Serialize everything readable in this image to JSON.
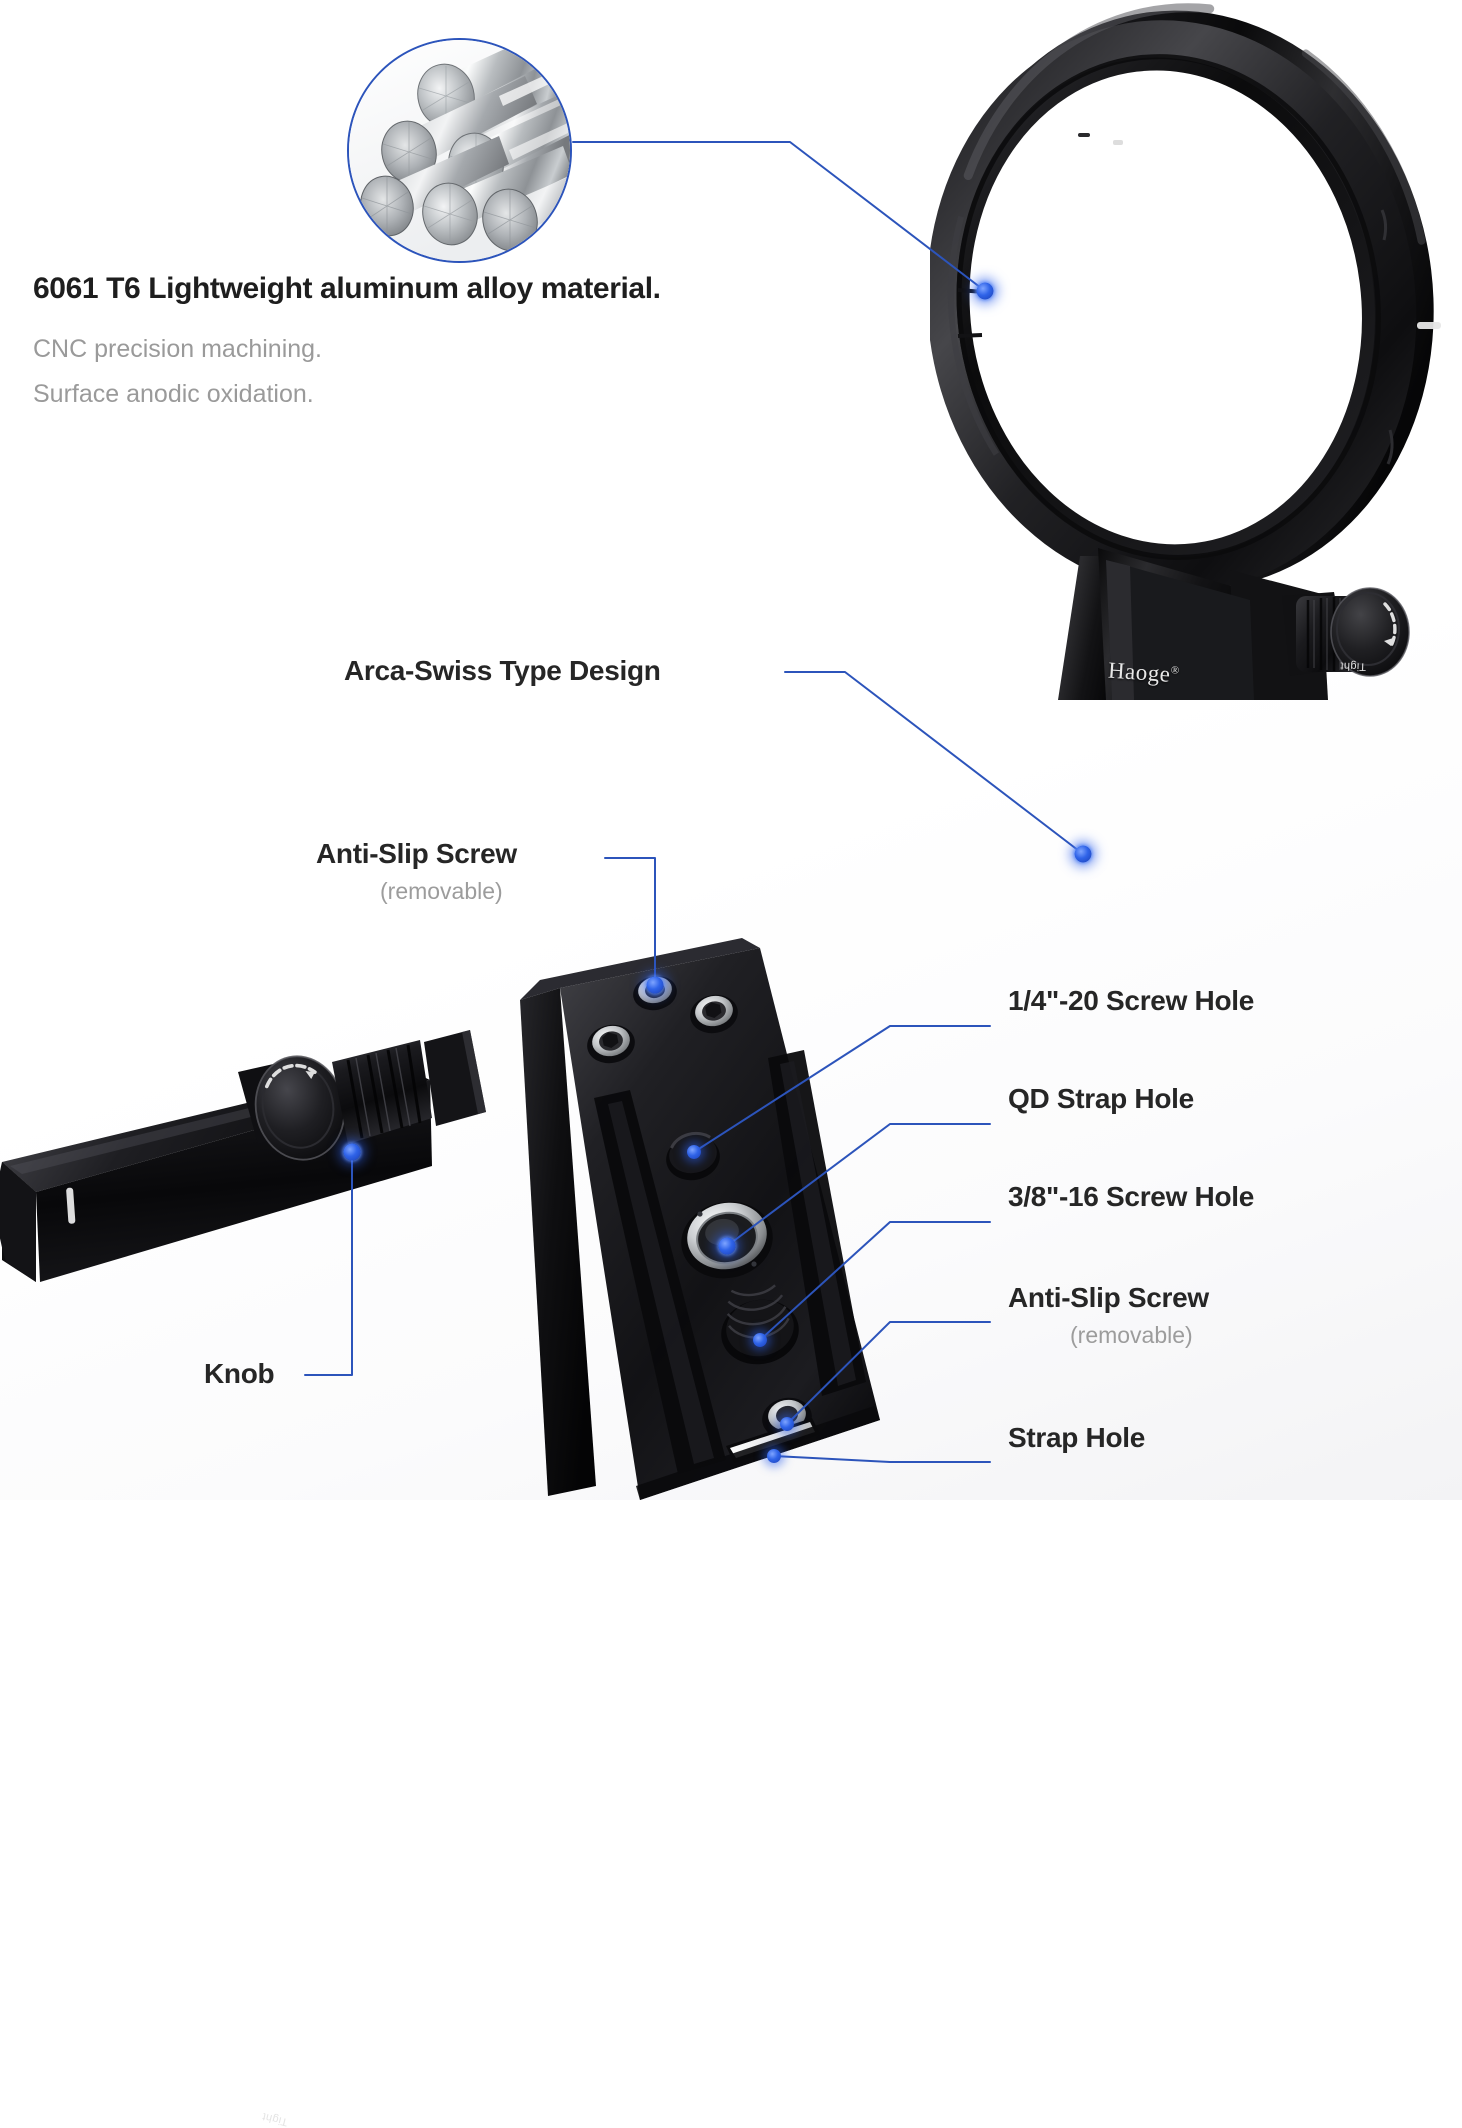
{
  "page": {
    "background_color": "#ffffff",
    "accent_color": "#2c54bb",
    "dot_color": "#2f63e8",
    "heading_color": "#1e1e1e",
    "muted_color": "#9a9a9a"
  },
  "material_callout": {
    "inset_name": "aluminum-billet-rods-photo",
    "title": "6061 T6 Lightweight aluminum alloy material.",
    "sub_line_1": "CNC precision machining.",
    "sub_line_2": "Surface anodic oxidation."
  },
  "product_top": {
    "name": "tripod-mount-ring-with-arca-plate",
    "brand_text": "Haoge",
    "brand_mark": "®",
    "knob_word": "Tight"
  },
  "product_bottom": {
    "name": "lens-collar-foot-with-quick-release-plate",
    "knob_word": "Tight"
  },
  "labels": [
    {
      "id": "arca-swiss-type-design",
      "text": "Arca-Swiss Type Design",
      "sub": ""
    },
    {
      "id": "anti-slip-screw-top",
      "text": "Anti-Slip Screw",
      "sub": "(removable)"
    },
    {
      "id": "knob",
      "text": "Knob",
      "sub": ""
    },
    {
      "id": "quarter-20-screw-hole",
      "text": "1/4\"-20 Screw Hole",
      "sub": ""
    },
    {
      "id": "qd-strap-hole",
      "text": "QD Strap Hole",
      "sub": ""
    },
    {
      "id": "three-eighths-16-screw-hole",
      "text": "3/8\"-16 Screw Hole",
      "sub": ""
    },
    {
      "id": "anti-slip-screw-bottom",
      "text": "Anti-Slip Screw",
      "sub": "(removable)"
    },
    {
      "id": "strap-hole",
      "text": "Strap Hole",
      "sub": ""
    }
  ]
}
